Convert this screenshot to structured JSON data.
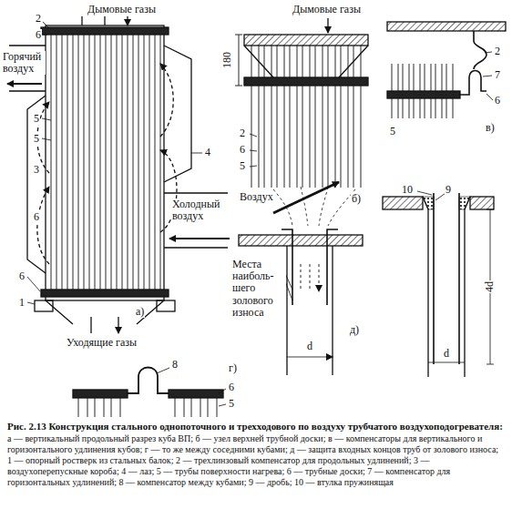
{
  "diagram": {
    "title": "Рис. 2.13 Конструкция стального однопоточного и трехходового по воздуху трубчатого воздухоподогревателя:",
    "caption": "а — вертикальный продольный разрез куба ВП; б — узел верхней трубной доски; в — компенсаторы для вертикального и горизонтального удлинения кубов; г — то же между соседними кубами; д — защита входных концов труб от золового износа; 1 — опорный ростверк из стальных балок; 2 — трехлинзовый компенсатор для продольных удлинений; 3 — воздухоперепускные короба; 4 — лаз; 5 — трубы поверхности нагрева; 6 — трубные доски; 7 — компенсатор для горизонтальных удлинений; 8 — компенсатор между кубами; 9 — дробь; 10 — втулка пружинящая",
    "labels": [
      "Дымовые газы",
      "2",
      "6",
      "Горячий воздух",
      "5",
      "5",
      "3",
      "4",
      "6",
      "Холодный воздух",
      "6",
      "1",
      "а)",
      "Уходящие газы",
      "Дымовые газы",
      "180",
      "2",
      "6",
      "5",
      "Воздух",
      "б)",
      "2",
      "7",
      "6",
      "5",
      "в)",
      "Места наиболь- шего золового износа",
      "d",
      "д)",
      "10",
      "9",
      "d",
      "4d",
      "8",
      "6",
      "5",
      "г)"
    ]
  }
}
